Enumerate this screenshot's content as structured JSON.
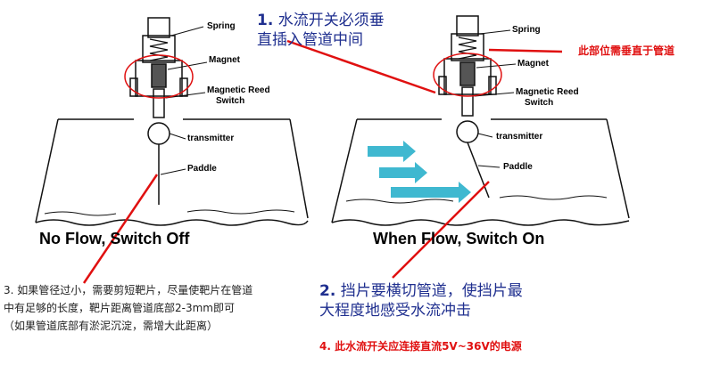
{
  "left_diagram": {
    "label_spring": "Spring",
    "label_magnet": "Magnet",
    "label_reed_line1": "Magnetic Reed",
    "label_reed_line2": "Switch",
    "label_transmitter": "transmitter",
    "label_paddle": "Paddle",
    "caption": "No Flow, Switch Off"
  },
  "right_diagram": {
    "label_spring": "Spring",
    "label_magnet": "Magnet",
    "label_reed_line1": "Magnetic Reed",
    "label_reed_line2": "Switch",
    "label_transmitter": "transmitter",
    "label_paddle": "Paddle",
    "caption": "When Flow, Switch On"
  },
  "notes": {
    "note1_number": "1.",
    "note1_line1": "水流开关必须垂",
    "note1_line2": "直插入管道中间",
    "note_vertical": "此部位需垂直于管道",
    "note2_number": "2.",
    "note2_line1": "挡片要横切管道，使挡片最",
    "note2_line2": "大程度地感受水流冲击",
    "note3_line1": "3. 如果管径过小，需要剪短靶片，尽量使靶片在管道",
    "note3_line2": "中有足够的长度，靶片距离管道底部2-3mm即可",
    "note3_line3": "（如果管道底部有淤泥沉淀，需增大此距离）",
    "note4": "4. 此水流开关应连接直流5V~36V的电源"
  },
  "colors": {
    "annotation_red": "#e01010",
    "note_blue": "#1f2f8f",
    "flow_arrow": "#3fb8d0",
    "drawing": "#111111"
  }
}
